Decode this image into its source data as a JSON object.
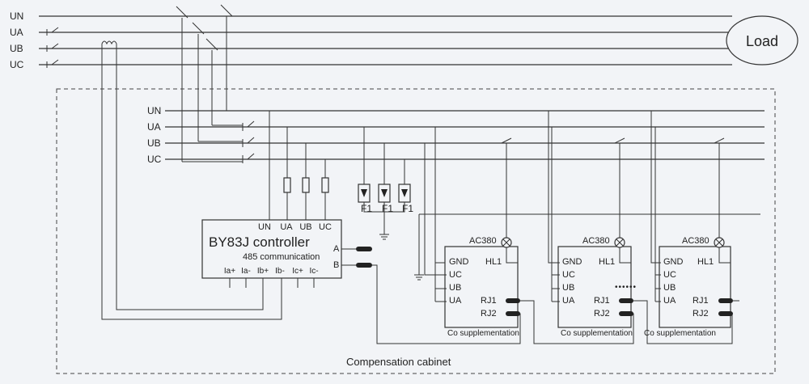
{
  "mains": {
    "labels": [
      "UN",
      "UA",
      "UB",
      "UC"
    ]
  },
  "load": {
    "label": "Load"
  },
  "cabinet": {
    "title": "Compensation cabinet",
    "bus_labels": [
      "UN",
      "UA",
      "UB",
      "UC"
    ]
  },
  "controller": {
    "voltage_terminals": [
      "UN",
      "UA",
      "UB",
      "UC"
    ],
    "title": "BY83J controller",
    "subtitle": "485 communication",
    "current_terminals": [
      "Ia+",
      "Ia-",
      "Ib+",
      "Ib-",
      "Ic+",
      "Ic-"
    ],
    "port_a": "A",
    "port_b": "B"
  },
  "arresters": {
    "labels": [
      "F1",
      "F1",
      "F1"
    ]
  },
  "modules": [
    {
      "supply": "AC380",
      "terminals": [
        "GND",
        "UC",
        "UB",
        "UA"
      ],
      "lamp": "HL1",
      "ports": [
        "RJ1",
        "RJ2"
      ],
      "caption": "Co supplementation"
    },
    {
      "supply": "AC380",
      "terminals": [
        "GND",
        "UC",
        "UB",
        "UA"
      ],
      "lamp": "HL1",
      "ports": [
        "RJ1",
        "RJ2"
      ],
      "caption": "Co supplementation"
    },
    {
      "supply": "AC380",
      "terminals": [
        "GND",
        "UC",
        "UB",
        "UA"
      ],
      "lamp": "HL1",
      "ports": [
        "RJ1",
        "RJ2"
      ],
      "caption": "Co supplementation"
    }
  ],
  "ellipsis": "••••••"
}
